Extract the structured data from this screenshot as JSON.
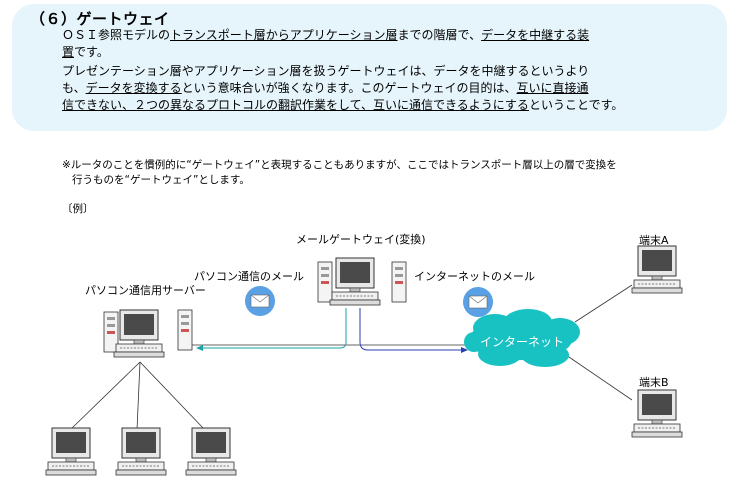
{
  "section": {
    "heading": "（６）ゲートウェイ",
    "lines": [
      [
        "ＯＳＩ参照モデルの",
        "トランスポート層からアプリケーション層",
        "までの階層で、",
        "データを中継する装",
        ""
      ],
      [
        "",
        "",
        "",
        "置",
        "です。"
      ],
      [
        "プレゼンテーション層やアプリケーション層を扱うゲートウェイは、データを中継するというより",
        "",
        "",
        "",
        ""
      ],
      [
        "も、",
        "データを変換する",
        "という意味合いが強くなります。このゲートウェイの目的は、",
        "互いに直接通",
        ""
      ],
      [
        "",
        "信できない、２つの異なるプロトコルの翻訳作業をして、互いに通信できるようにする",
        "ということです。",
        "",
        ""
      ]
    ]
  },
  "note": {
    "line1": "※ルータのことを慣例的に“ゲートウェイ”と表現することもありますが、ここではトランスポート層以上の層で変換を",
    "line2": "行うものを“ゲートウェイ”とします。",
    "example": "〔例〕"
  },
  "diagram": {
    "gateway_label": "メールゲートウェイ(変換)",
    "pc_mail_label": "パソコン通信のメール",
    "internet_mail_label": "インターネットのメール",
    "server_label": "パソコン通信用サーバー",
    "internet_label": "インターネット",
    "terminal_a": "端末A",
    "terminal_b": "端末B"
  },
  "colors": {
    "card_bg": "#e6f5fb",
    "cloud": "#19c2c2",
    "monitor_screen": "#4a4a4a",
    "link_teal": "#1aa3a3",
    "link_blue": "#2a3fb0"
  }
}
